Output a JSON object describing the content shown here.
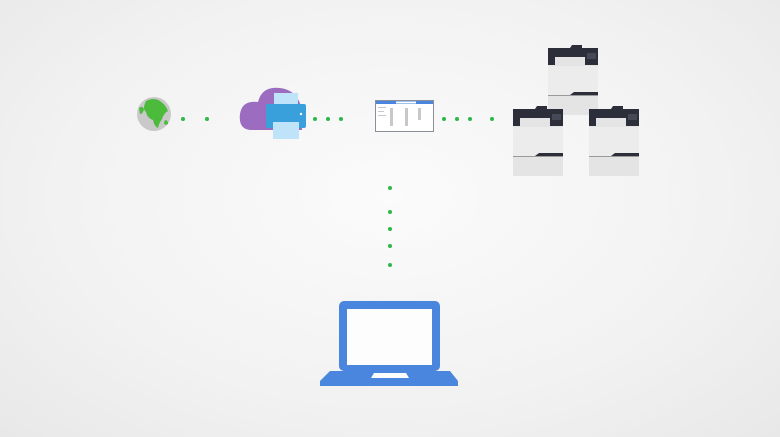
{
  "diagram": {
    "nodes": [
      {
        "id": "internet",
        "icon": "globe-icon"
      },
      {
        "id": "cloud-print",
        "icon": "cloud-printer-icon"
      },
      {
        "id": "print-management",
        "icon": "app-window-icon"
      },
      {
        "id": "printers",
        "icon": "multifunction-printer-icon",
        "count": 3
      },
      {
        "id": "client",
        "icon": "laptop-icon"
      }
    ],
    "connectors": {
      "style": "dotted",
      "color": "#2db84a"
    },
    "colors": {
      "laptop": "#4a86dd",
      "cloud": "#9b6cc0",
      "printer": "#3aa0dc",
      "globe_land": "#4cbb3c",
      "printer_body": "#2c2e3a"
    }
  }
}
